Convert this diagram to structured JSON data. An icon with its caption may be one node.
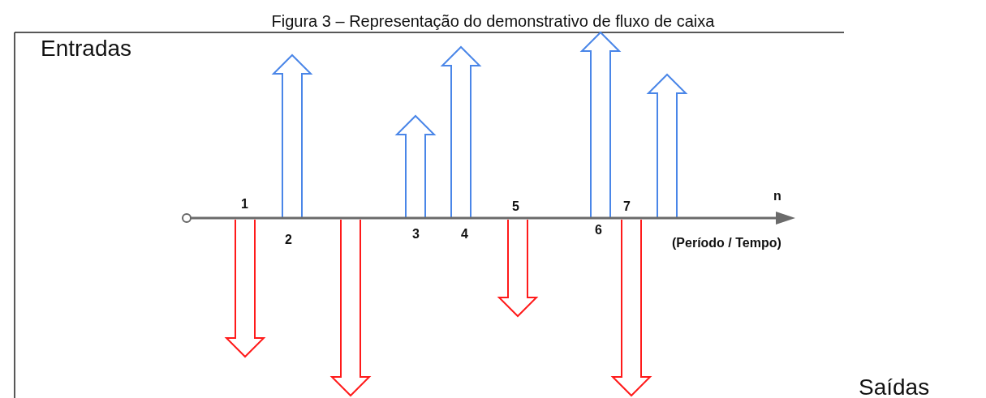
{
  "diagram": {
    "title": "Figura 3 – Representação do demonstrativo de fluxo de caixa",
    "labels": [
      "Entradas",
      "n",
      "1",
      "5",
      "7",
      "2",
      "3",
      "4",
      "6",
      "(Período / Tempo)",
      "Saídas"
    ]
  }
}
